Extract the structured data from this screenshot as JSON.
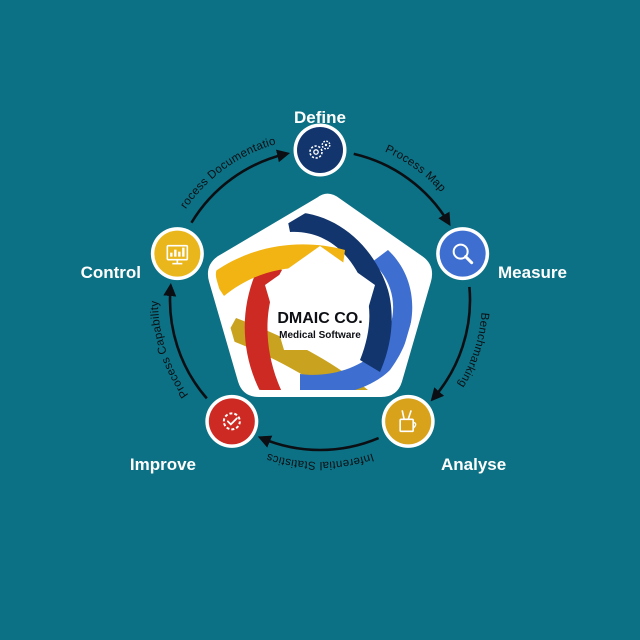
{
  "center": {
    "company": "DMAIC CO.",
    "tagline": "Medical Software"
  },
  "stages": [
    {
      "id": "define",
      "label": "Define",
      "icon": "gears-icon",
      "color": "#12356e"
    },
    {
      "id": "measure",
      "label": "Measure",
      "icon": "magnifying-glass-icon",
      "color": "#3e6fd0"
    },
    {
      "id": "analyse",
      "label": "Analyse",
      "icon": "pencil-cup-icon",
      "color": "#d9a21b"
    },
    {
      "id": "improve",
      "label": "Improve",
      "icon": "gear-check-icon",
      "color": "#cc2a22"
    },
    {
      "id": "control",
      "label": "Control",
      "icon": "monitor-chart-icon",
      "color": "#e9b61c"
    }
  ],
  "connectors": [
    {
      "from": "define",
      "to": "measure",
      "label": "Process Map"
    },
    {
      "from": "measure",
      "to": "analyse",
      "label": "Benchmarking"
    },
    {
      "from": "analyse",
      "to": "improve",
      "label": "Inferential Statistics"
    },
    {
      "from": "improve",
      "to": "control",
      "label": "Process Capability"
    },
    {
      "from": "control",
      "to": "define",
      "label": "Process Documentation"
    }
  ],
  "colors": {
    "background": "#0c7184",
    "ring_navy": "#12356e",
    "ring_blue": "#3e6fd0",
    "ring_gold": "#f1b413",
    "ring_red": "#cc2a22",
    "ring_olive": "#c9a31f"
  }
}
